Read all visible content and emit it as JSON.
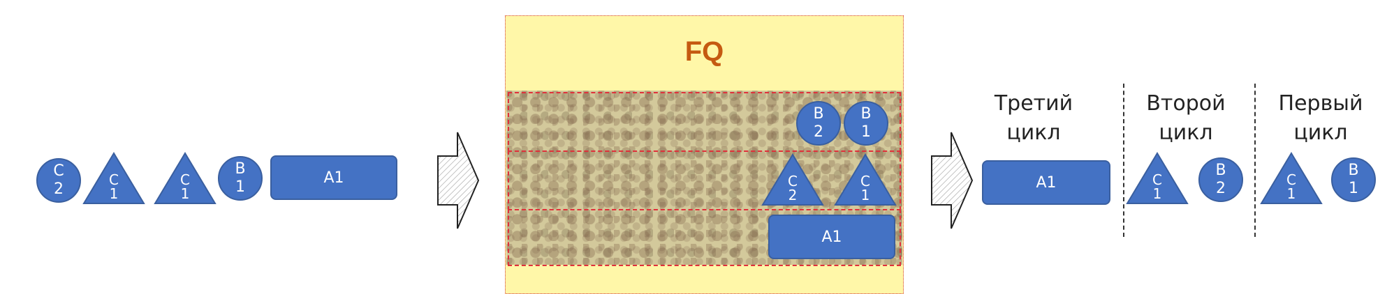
{
  "colors": {
    "shape_fill": "#4472c4",
    "panel_fill": "#fff7a8",
    "title": "#c55a11",
    "lane_border": "#e0303a"
  },
  "input_queue": {
    "c2": [
      "C",
      "2"
    ],
    "c1a": [
      "C",
      "1"
    ],
    "c1b": [
      "C",
      "1"
    ],
    "b1": [
      "B",
      "1"
    ],
    "a1": "A1"
  },
  "fq": {
    "title": "FQ",
    "b2": [
      "B",
      "2"
    ],
    "b1": [
      "B",
      "1"
    ],
    "c2": [
      "C",
      "2"
    ],
    "c1": [
      "C",
      "1"
    ],
    "a1": "A1"
  },
  "output": {
    "cycle3_label": "Третий\nцикл",
    "cycle2_label": "Второй\nцикл",
    "cycle1_label": "Первый\nцикл",
    "a1": "A1",
    "c1a": [
      "C",
      "1"
    ],
    "b2": [
      "B",
      "2"
    ],
    "c1b": [
      "C",
      "1"
    ],
    "b1": [
      "B",
      "1"
    ]
  }
}
